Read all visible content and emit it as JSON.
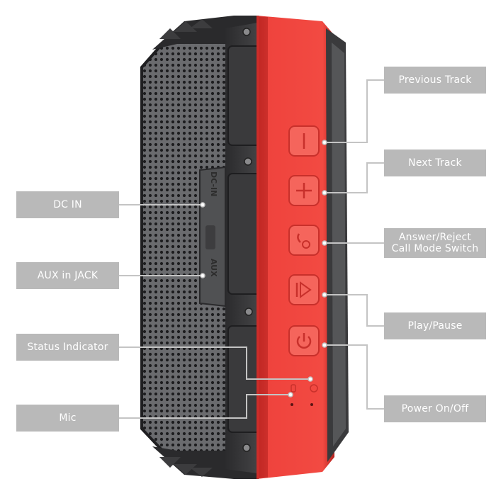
{
  "labels": {
    "previous_track": "Previous Track",
    "next_track": "Next Track",
    "answer_reject_line1": "Answer/Reject",
    "answer_reject_line2": "Call Mode Switch",
    "play_pause": "Play/Pause",
    "power": "Power On/Off",
    "dc_in": "DC IN",
    "aux_jack": "AUX in JACK",
    "status_indicator": "Status Indicator",
    "mic": "Mic"
  },
  "port_text": {
    "dc": "DC-IN",
    "aux": "AUX"
  },
  "colors": {
    "label_bg": "#b9b9b9",
    "leader_line": "#c4c4c4",
    "panel_red": "#f0413b",
    "body_grey": "#5f6063",
    "bumper_black": "#2a2a2c"
  },
  "icons": [
    "minus-icon",
    "plus-icon",
    "phone-icon",
    "play-pause-icon",
    "power-icon",
    "bluetooth-icon",
    "mic-icon"
  ]
}
